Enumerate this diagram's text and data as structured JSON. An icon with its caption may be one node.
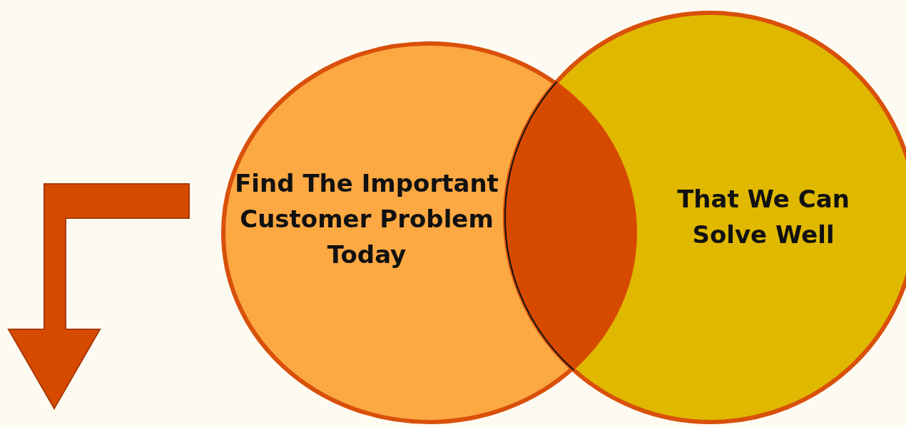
{
  "diagram": {
    "nodes": [
      {
        "text": [
          "Find The Important Customer Problem Today"
        ]
      },
      {
        "text": [
          "That We Can Solve Well"
        ]
      },
      {
        "text": [],
        "shape": "lens"
      }
    ]
  }
}
